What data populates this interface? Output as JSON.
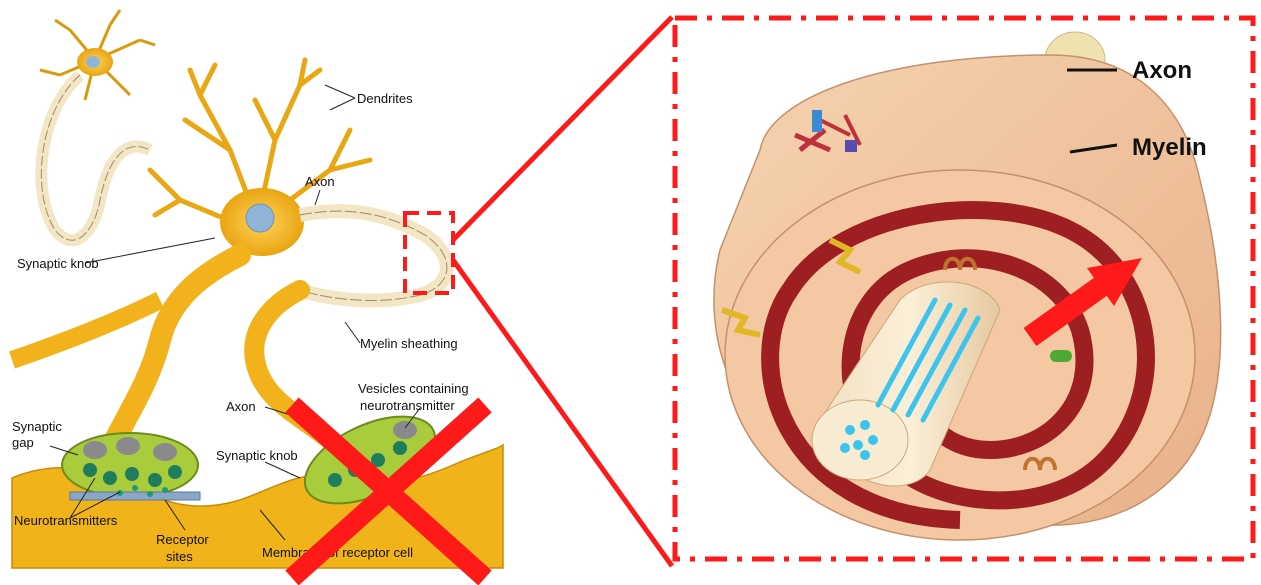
{
  "left_panel": {
    "labels": {
      "dendrites": "Dendrites",
      "axon_top": "Axon",
      "synaptic_knob_top": "Synaptic knob",
      "myelin_sheathing": "Myelin sheathing",
      "vesicles_line1": "Vesicles containing",
      "vesicles_line2": "neurotransmitter",
      "axon_bottom": "Axon",
      "synaptic_gap_line1": "Synaptic",
      "synaptic_gap_line2": "gap",
      "synaptic_knob_bottom": "Synaptic knob",
      "neurotransmitters": "Neurotransmitters",
      "receptor_sites_line1": "Receptor",
      "receptor_sites_line2": "sites",
      "membrane": "Membrane of receptor cell"
    }
  },
  "right_panel": {
    "labels": {
      "axon": "Axon",
      "myelin": "Myelin"
    }
  },
  "colors": {
    "highlight": "#ff1a1a",
    "neuron": "#f2b21c",
    "myelin_flesh": "#f0c49f",
    "myelin_band": "#9e1f22",
    "axon_core": "#3ac4ee"
  }
}
